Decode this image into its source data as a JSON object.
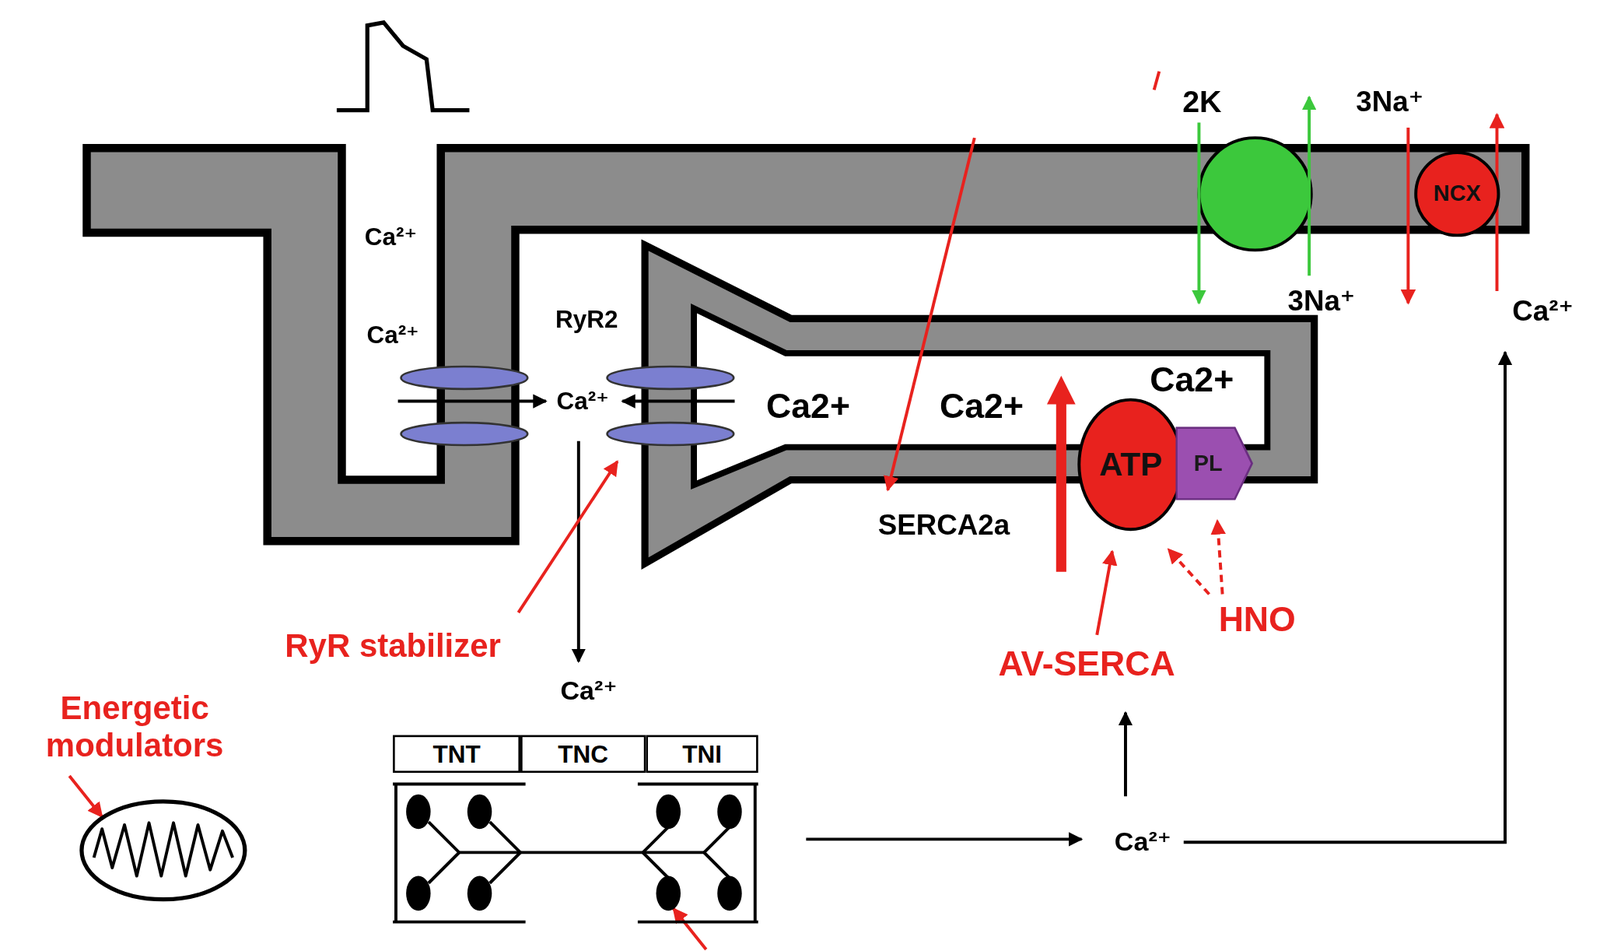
{
  "diagram": {
    "nodes": [
      {
        "text": [
          "NCX"
        ]
      },
      {
        "text": [
          "ATP"
        ]
      },
      {
        "text": [
          "PL"
        ]
      },
      {
        "text": [
          "TNT"
        ]
      },
      {
        "text": [
          "TNC"
        ]
      },
      {
        "text": [
          "TNI"
        ]
      }
    ],
    "labels": [
      "2K",
      "3Na⁺",
      "Ca²⁺",
      "Ca²⁺",
      "RyR2",
      "3Na⁺",
      "Ca²⁺",
      "Ca²⁺",
      "Ca2+",
      "Ca2+",
      "Ca2+",
      "SERCA2a",
      "RyR stabilizer",
      "Energetic modulators",
      "HNO",
      "AV-SERCA",
      "Ca²⁺",
      "Ca²⁺"
    ]
  }
}
